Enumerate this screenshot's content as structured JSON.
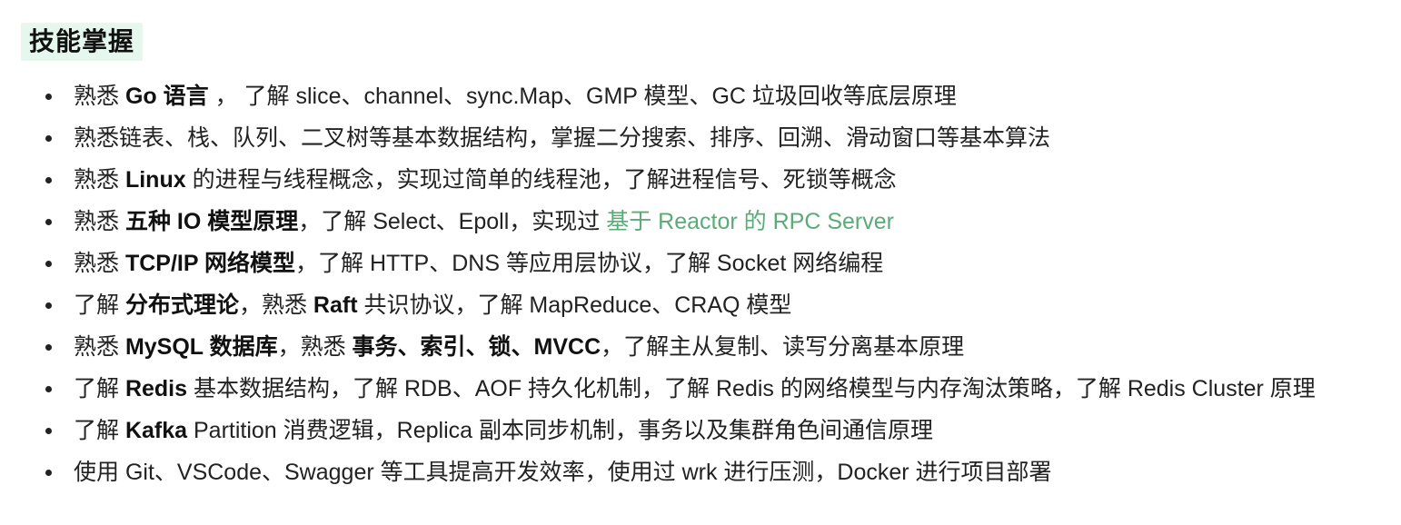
{
  "section": {
    "title": "技能掌握"
  },
  "colors": {
    "title_highlight": "#e6f7ee",
    "link": "#5aab78",
    "text": "#222222"
  },
  "items": [
    {
      "segments": [
        {
          "text": "熟悉 ",
          "style": "normal"
        },
        {
          "text": "Go 语言",
          "style": "bold"
        },
        {
          "text": " ， 了解 slice、channel、sync.Map、GMP 模型、GC 垃圾回收等底层原理",
          "style": "normal"
        }
      ]
    },
    {
      "segments": [
        {
          "text": "熟悉链表、栈、队列、二叉树等基本数据结构，掌握二分搜索、排序、回溯、滑动窗口等基本算法",
          "style": "normal"
        }
      ]
    },
    {
      "segments": [
        {
          "text": "熟悉 ",
          "style": "normal"
        },
        {
          "text": "Linux",
          "style": "bold"
        },
        {
          "text": " 的进程与线程概念，实现过简单的线程池，了解进程信号、死锁等概念",
          "style": "normal"
        }
      ]
    },
    {
      "segments": [
        {
          "text": "熟悉 ",
          "style": "normal"
        },
        {
          "text": "五种 IO 模型原理",
          "style": "bold"
        },
        {
          "text": "，了解 Select、Epoll，实现过 ",
          "style": "normal"
        },
        {
          "text": "基于 Reactor 的 RPC Server",
          "style": "link"
        }
      ]
    },
    {
      "segments": [
        {
          "text": "熟悉 ",
          "style": "normal"
        },
        {
          "text": "TCP/IP 网络模型",
          "style": "bold"
        },
        {
          "text": "，了解 HTTP、DNS 等应用层协议，了解 Socket 网络编程",
          "style": "normal"
        }
      ]
    },
    {
      "segments": [
        {
          "text": "了解 ",
          "style": "normal"
        },
        {
          "text": "分布式理论",
          "style": "bold"
        },
        {
          "text": "，熟悉 ",
          "style": "normal"
        },
        {
          "text": "Raft",
          "style": "bold"
        },
        {
          "text": " 共识协议，了解 MapReduce、CRAQ 模型",
          "style": "normal"
        }
      ]
    },
    {
      "segments": [
        {
          "text": "熟悉 ",
          "style": "normal"
        },
        {
          "text": "MySQL 数据库",
          "style": "bold"
        },
        {
          "text": "，熟悉 ",
          "style": "normal"
        },
        {
          "text": "事务、索引、锁、MVCC",
          "style": "bold"
        },
        {
          "text": "，了解主从复制、读写分离基本原理",
          "style": "normal"
        }
      ]
    },
    {
      "segments": [
        {
          "text": "了解 ",
          "style": "normal"
        },
        {
          "text": "Redis",
          "style": "bold"
        },
        {
          "text": " 基本数据结构，了解 RDB、AOF 持久化机制，了解 Redis 的网络模型与内存淘汰策略，了解 Redis Cluster 原理",
          "style": "normal"
        }
      ]
    },
    {
      "segments": [
        {
          "text": "了解 ",
          "style": "normal"
        },
        {
          "text": "Kafka",
          "style": "bold"
        },
        {
          "text": " Partition 消费逻辑，Replica 副本同步机制，事务以及集群角色间通信原理",
          "style": "normal"
        }
      ]
    },
    {
      "segments": [
        {
          "text": "使用 Git、VSCode、Swagger 等工具提高开发效率，使用过 wrk 进行压测，Docker 进行项目部署",
          "style": "normal"
        }
      ]
    }
  ]
}
